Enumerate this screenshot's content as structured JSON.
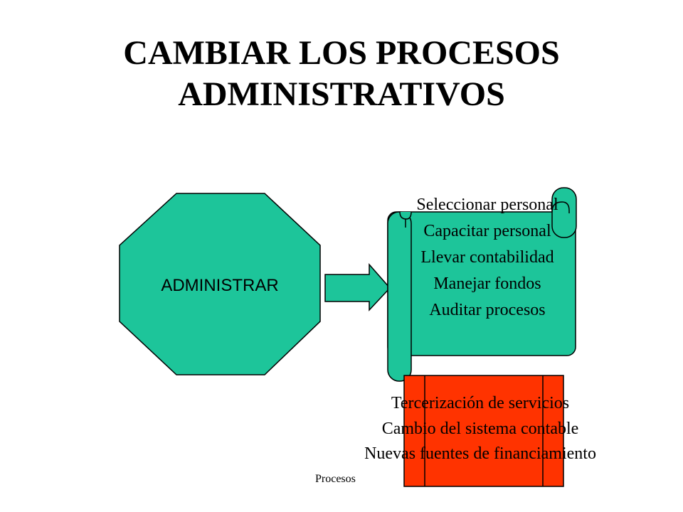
{
  "title": {
    "line1": "CAMBIAR LOS PROCESOS",
    "line2": "ADMINISTRATIVOS"
  },
  "octagon": {
    "label": "ADMINISTRAR",
    "fill": "#1DC59A"
  },
  "arrow": {
    "fill": "#1DC59A"
  },
  "scroll": {
    "fill": "#1DC59A",
    "items": [
      "Seleccionar personal",
      "Capacitar personal",
      "Llevar contabilidad",
      "Manejar fondos",
      "Auditar procesos"
    ]
  },
  "red_box": {
    "fill": "#FF3300",
    "items": [
      "Tercerización de servicios",
      "Cambio del sistema contable",
      "Nuevas fuentes de financiamiento"
    ]
  },
  "footer": {
    "text": "Procesos"
  }
}
